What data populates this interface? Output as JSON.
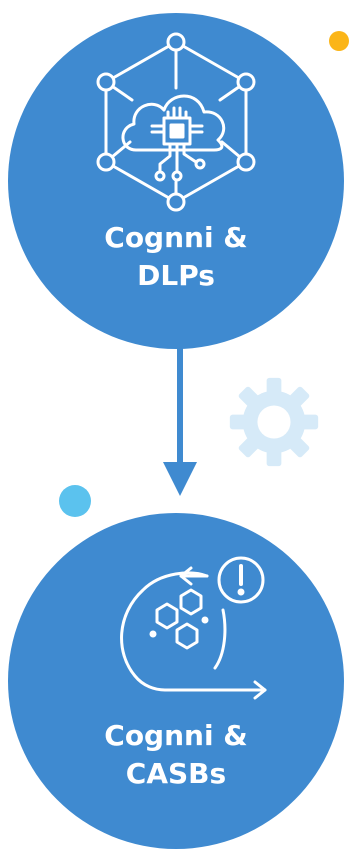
{
  "diagram": {
    "top_node": {
      "label_line1": "Cognni &",
      "label_line2": "DLPs",
      "icon": "cloud-chip-network-icon"
    },
    "bottom_node": {
      "label_line1": "Cognni &",
      "label_line2": "CASBs",
      "icon": "hexagon-cycle-alert-icon"
    },
    "connector": "down-arrow",
    "decorations": [
      "yellow-dot",
      "gear-icon",
      "blue-dot"
    ]
  },
  "colors": {
    "node_fill": "#3f8ad0",
    "text": "#ffffff",
    "accent_yellow": "#fbb518",
    "accent_light_blue": "#5bc2ee",
    "gear": "#d6eaf8"
  }
}
